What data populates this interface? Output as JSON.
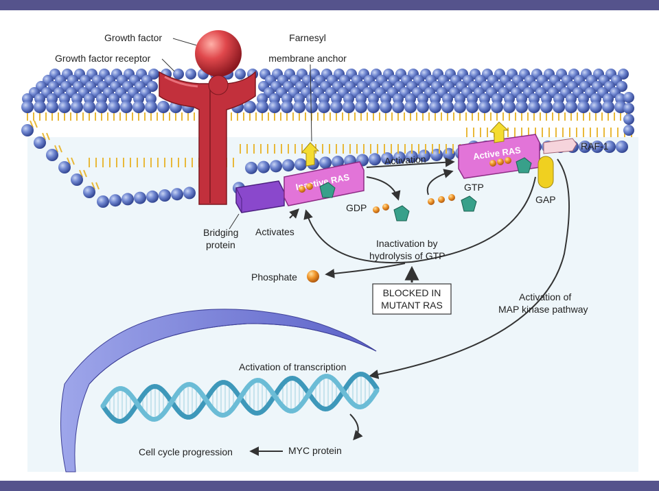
{
  "labels": {
    "growth_factor": "Growth factor",
    "growth_factor_receptor": "Growth factor receptor",
    "farnesyl_line1": "Farnesyl",
    "farnesyl_line2": "membrane anchor",
    "activation": "Activation",
    "inactive_ras": "Inactive RAS",
    "active_ras": "Active RAS",
    "raf1": "RAF-1",
    "gtp": "GTP",
    "gdp": "GDP",
    "gap": "GAP",
    "bridging_line1": "Bridging",
    "bridging_line2": "protein",
    "activates": "Activates",
    "inactivation_line1": "Inactivation by",
    "inactivation_line2": "hydrolysis of GTP",
    "phosphate": "Phosphate",
    "blocked_line1": "BLOCKED IN",
    "blocked_line2": "MUTANT RAS",
    "map_line1": "Activation of",
    "map_line2": "MAP kinase pathway",
    "activation_transcription": "Activation of transcription",
    "cell_cycle": "Cell cycle progression",
    "myc": "MYC protein"
  },
  "colors": {
    "frame_bar": "#55538c",
    "background": "#eef6fa",
    "lipid_head": "#4f66b8",
    "lipid_tail": "#e8b838",
    "receptor": "#cc3440",
    "ras": "#e070d8",
    "bridging": "#8844c8",
    "farnesyl_arrow": "#f4dc30",
    "gdp_gtp_ball": "#e88a20",
    "guanine": "#3aa08c",
    "gap": "#f0d020",
    "raf": "#f6d4dc",
    "nucleus": "#7b7ed8",
    "dna": "#4aa0c0"
  }
}
